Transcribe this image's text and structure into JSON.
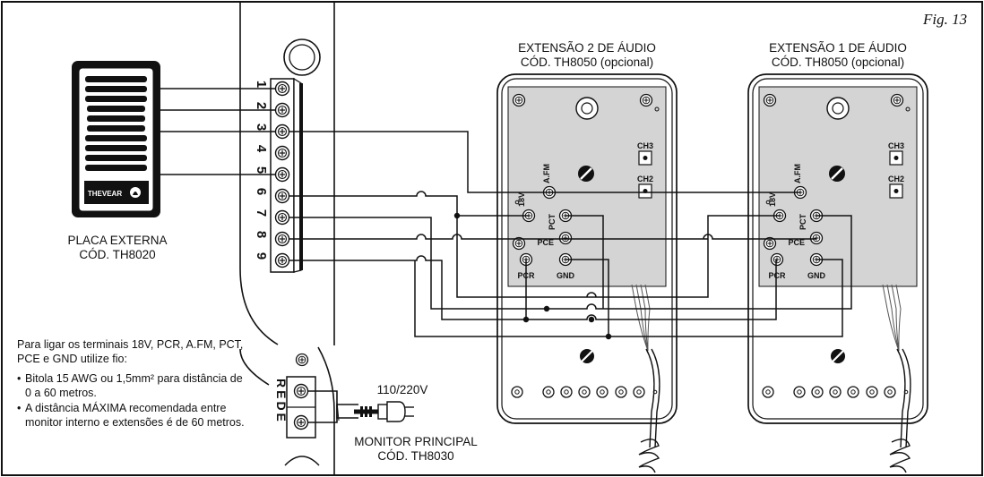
{
  "figure_label": "Fig. 13",
  "outdoor_panel": {
    "name": "PLACA EXTERNA",
    "code": "CÓD. TH8020",
    "brand": "THEVEAR"
  },
  "terminal_block": {
    "numbers": [
      "1",
      "2",
      "3",
      "4",
      "5",
      "6",
      "7",
      "8",
      "9"
    ]
  },
  "power_block": {
    "label": "REDE"
  },
  "supply": {
    "voltage": "110/220V"
  },
  "main_monitor": {
    "name": "MONITOR PRINCIPAL",
    "code": "CÓD. TH8030"
  },
  "extension_2": {
    "name": "EXTENSÃO 2 DE ÁUDIO",
    "code": "CÓD. TH8050 (opcional)"
  },
  "extension_1": {
    "name": "EXTENSÃO 1 DE ÁUDIO",
    "code": "CÓD. TH8050 (opcional)"
  },
  "terminal_labels": {
    "ch3": "CH3",
    "ch2": "CH2",
    "afm": "A.FM",
    "v18": "18V",
    "pct": "PCT",
    "pce": "PCE",
    "pcr": "PCR",
    "gnd": "GND"
  },
  "notes": {
    "intro": "Para ligar os terminais 18V, PCR, A.FM, PCT, PCE e GND utilize fio:",
    "bullets": [
      "Bitola 15 AWG ou 1,5mm² para distância de 0 a 60 metros.",
      "A distância MÁXIMA recomendada entre monitor interno e extensões é de 60 metros."
    ]
  },
  "colors": {
    "line": "#111111",
    "panel": "#d4d4d4",
    "background": "#ffffff"
  }
}
